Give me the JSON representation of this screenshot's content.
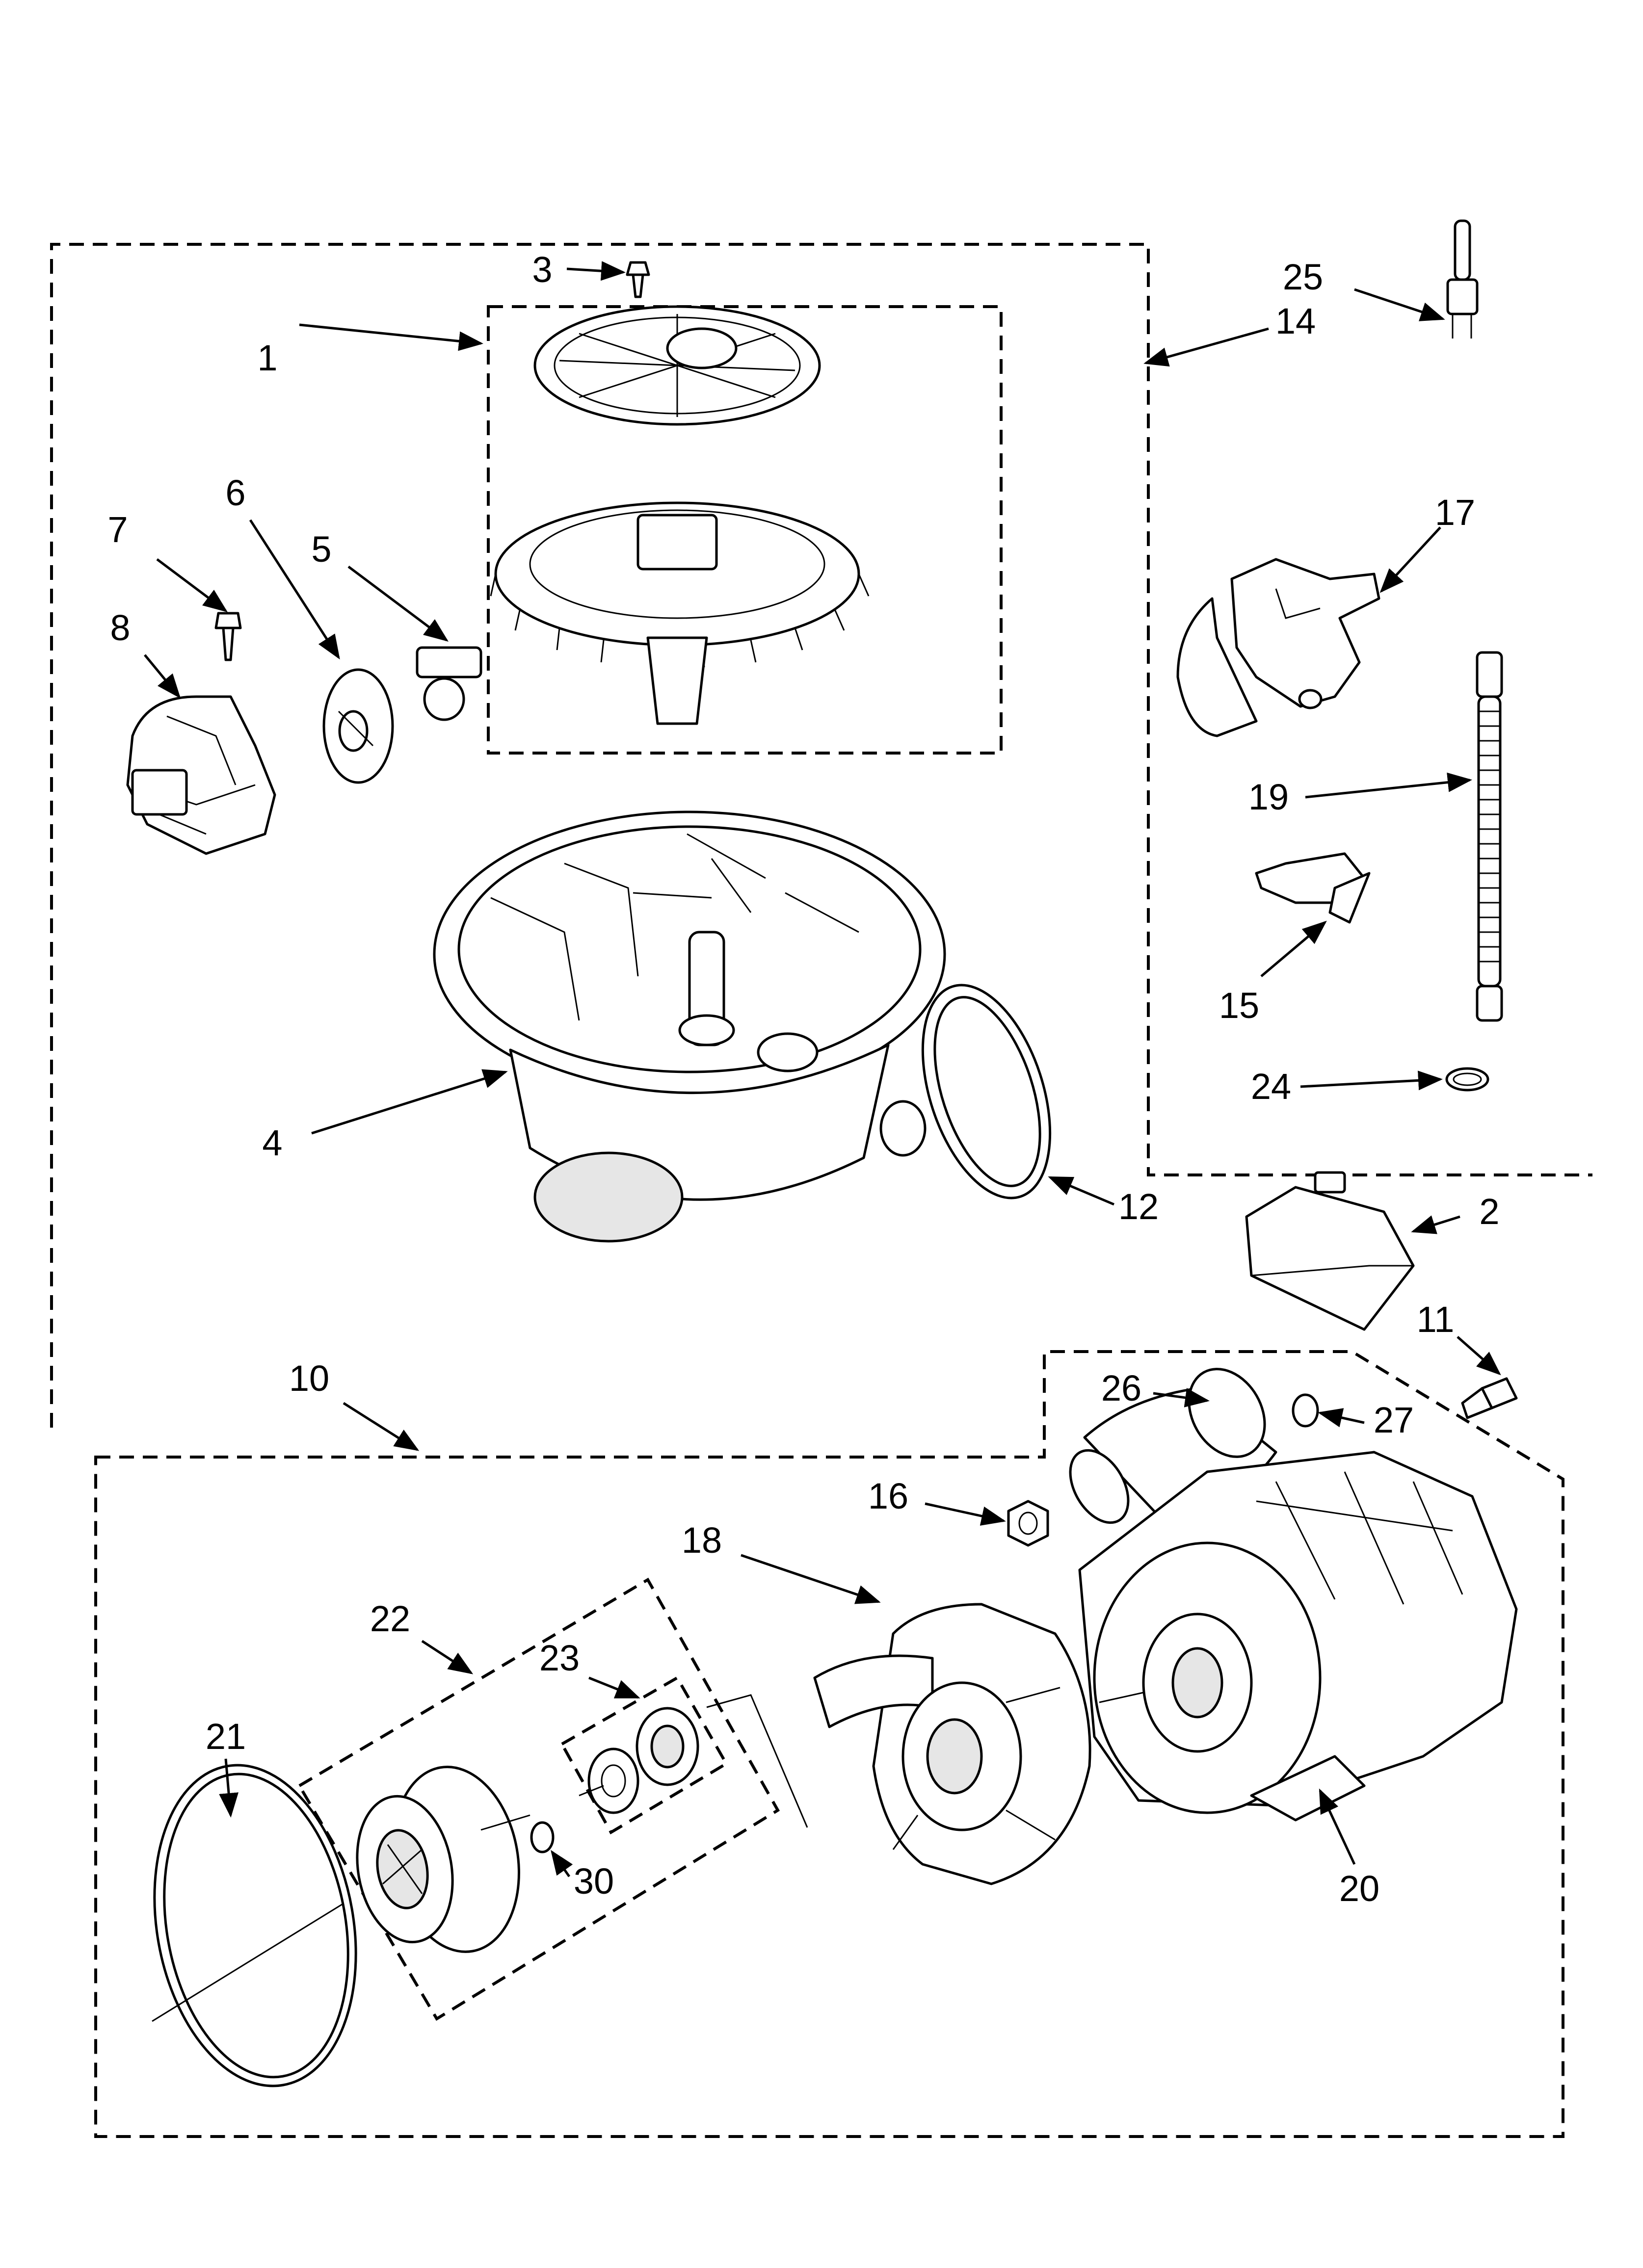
{
  "diagram": {
    "callouts": [
      {
        "id": "1",
        "text": "1"
      },
      {
        "id": "2",
        "text": "2"
      },
      {
        "id": "3",
        "text": "3"
      },
      {
        "id": "4",
        "text": "4"
      },
      {
        "id": "5",
        "text": "5"
      },
      {
        "id": "6",
        "text": "6"
      },
      {
        "id": "7",
        "text": "7"
      },
      {
        "id": "8",
        "text": "8"
      },
      {
        "id": "10",
        "text": "10"
      },
      {
        "id": "11",
        "text": "11"
      },
      {
        "id": "12",
        "text": "12"
      },
      {
        "id": "14",
        "text": "14"
      },
      {
        "id": "15",
        "text": "15"
      },
      {
        "id": "16",
        "text": "16"
      },
      {
        "id": "17",
        "text": "17"
      },
      {
        "id": "18",
        "text": "18"
      },
      {
        "id": "19",
        "text": "19"
      },
      {
        "id": "20",
        "text": "20"
      },
      {
        "id": "21",
        "text": "21"
      },
      {
        "id": "22",
        "text": "22"
      },
      {
        "id": "23",
        "text": "23"
      },
      {
        "id": "24",
        "text": "24"
      },
      {
        "id": "25",
        "text": "25"
      },
      {
        "id": "26",
        "text": "26"
      },
      {
        "id": "27",
        "text": "27"
      },
      {
        "id": "30",
        "text": "30"
      }
    ]
  }
}
